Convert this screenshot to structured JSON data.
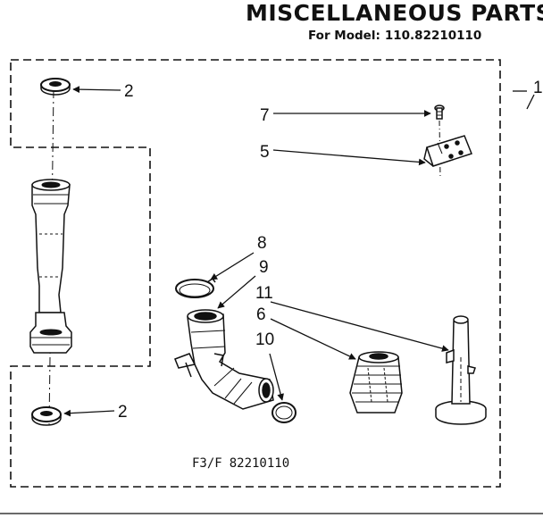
{
  "header": {
    "title": "MISCELLANEOUS PARTS",
    "model_label": "For Model:",
    "model_number": "110.82210110"
  },
  "callouts": {
    "assembly": "1",
    "gasket_top": "2",
    "gasket_bottom": "2",
    "screw": "7",
    "clip": "5",
    "clamp": "8",
    "drain_hose": "9",
    "ring": "10",
    "support_post": "11",
    "leveling_leg": "6"
  },
  "footer": {
    "figure_label": "F3/F",
    "figure_number": "82210110"
  }
}
